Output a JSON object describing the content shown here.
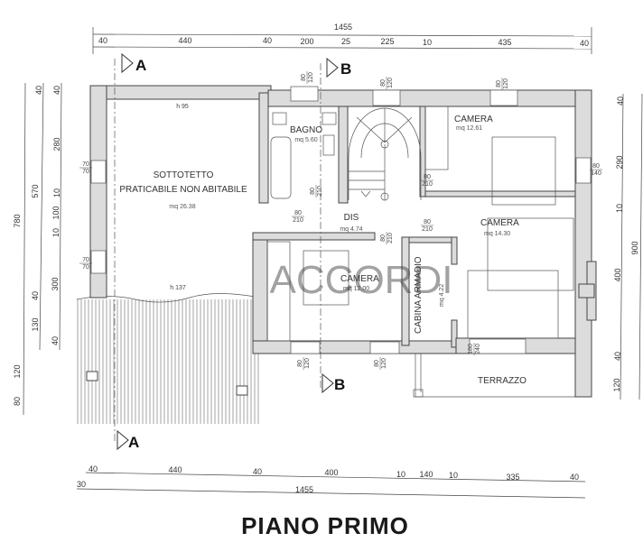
{
  "title": "PIANO PRIMO",
  "watermark": "ACCORDI",
  "section_marks": {
    "a": "A",
    "b": "B"
  },
  "dimensions": {
    "top_total": "1455",
    "top_segments": [
      "40",
      "440",
      "40",
      "200",
      "25",
      "225",
      "10",
      "435",
      "40"
    ],
    "bottom_segments": [
      "40",
      "440",
      "40",
      "400",
      "10",
      "140",
      "10",
      "335",
      "40"
    ],
    "bottom_offset": "30",
    "bottom_total": "1455",
    "left_outer": [
      "780",
      "120",
      "80"
    ],
    "left_middle": [
      "40",
      "570",
      "40",
      "130"
    ],
    "left_inner": [
      "40",
      "280",
      "10",
      "100",
      "10",
      "300",
      "40"
    ],
    "right_inner": [
      "40",
      "290",
      "10",
      "400",
      "40",
      "120"
    ],
    "right_total": "900"
  },
  "rooms": {
    "sottotetto": {
      "line1": "SOTTOTETTO",
      "line2": "PRATICABILE NON ABITABILE",
      "area": "mq 26.38",
      "h_top": "h 95",
      "h_bottom": "h 137"
    },
    "bagno": {
      "name": "BAGNO",
      "area": "mq 5.60"
    },
    "dis": {
      "name": "DIS",
      "area": "mq 4.74"
    },
    "camera1": {
      "name": "CAMERA",
      "area": "mq 12.61"
    },
    "camera2": {
      "name": "CAMERA",
      "area": "mq 14.30"
    },
    "camera3": {
      "name": "CAMERA",
      "area": "mq 12.00"
    },
    "cabina": {
      "name": "CABINA ARMADIO",
      "area": "mq 4.22"
    },
    "terrazzo": {
      "name": "TERRAZZO"
    }
  },
  "openings": [
    {
      "w": "80",
      "h": "120"
    },
    {
      "w": "80",
      "h": "120"
    },
    {
      "w": "80",
      "h": "120"
    },
    {
      "w": "70",
      "h": "70"
    },
    {
      "w": "70",
      "h": "70"
    },
    {
      "w": "80",
      "h": "140"
    },
    {
      "w": "80",
      "h": "120"
    },
    {
      "w": "80",
      "h": "120"
    },
    {
      "w": "80",
      "h": "210"
    },
    {
      "w": "80",
      "h": "210"
    },
    {
      "w": "80",
      "h": "210"
    },
    {
      "w": "80",
      "h": "210"
    },
    {
      "w": "80",
      "h": "210"
    },
    {
      "w": "180",
      "h": "240"
    }
  ]
}
